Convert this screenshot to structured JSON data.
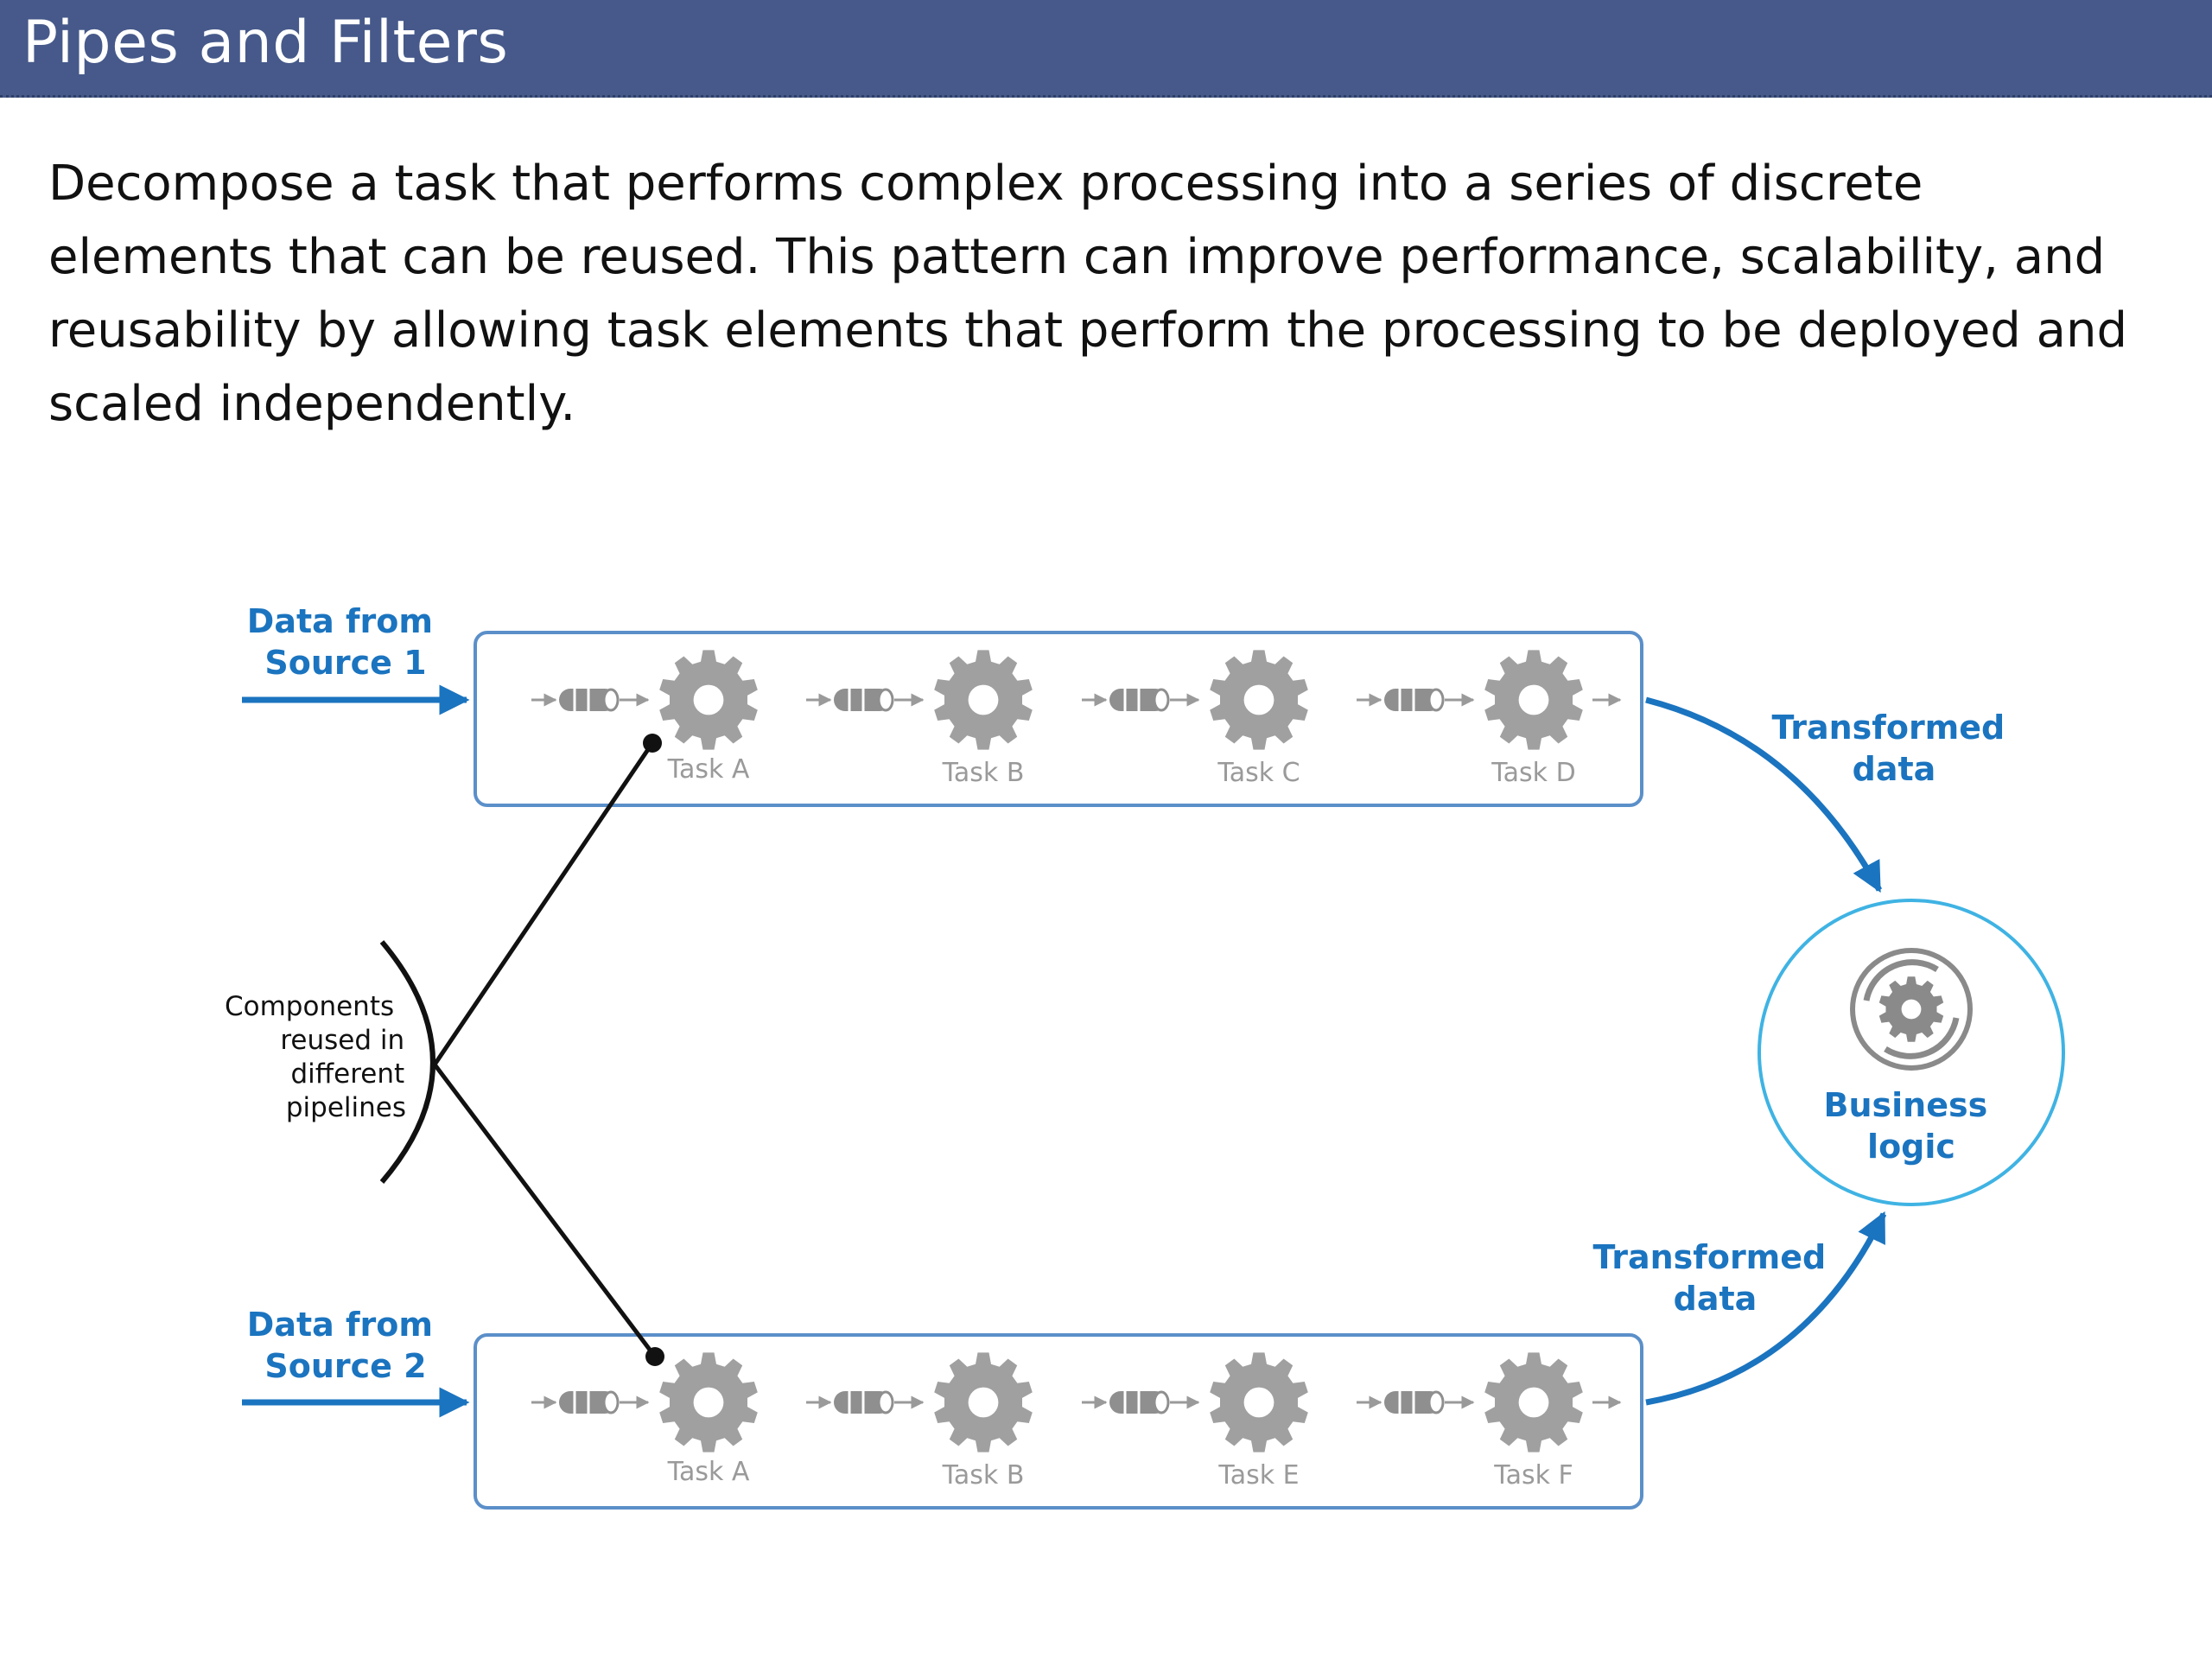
{
  "header": {
    "title": "Pipes and Filters"
  },
  "description": "Decompose a task that performs complex processing into a series of discrete elements that can be reused. This pattern can improve performance, scalability, and reusability by allowing task elements that perform the processing to be deployed and scaled independently.",
  "diagram": {
    "source1_label": [
      "Data from",
      "Source 1"
    ],
    "source2_label": [
      "Data from",
      "Source 2"
    ],
    "pipeline1_tasks": [
      "Task A",
      "Task B",
      "Task C",
      "Task D"
    ],
    "pipeline2_tasks": [
      "Task A",
      "Task B",
      "Task E",
      "Task F"
    ],
    "output1_label": [
      "Transformed",
      "data"
    ],
    "output2_label": [
      "Transformed",
      "data"
    ],
    "business_logic_label": [
      "Business",
      "logic"
    ],
    "reuse_note": [
      "Components",
      "reused in",
      "different",
      "pipelines"
    ],
    "colors": {
      "header": "#46598a",
      "accent_blue": "#1b74bf",
      "gear_gray": "#a0a0a0",
      "pipe_border": "#5b8fc9",
      "business_circle": "#3fb3e3"
    },
    "icons": [
      "gear-icon",
      "pipe-icon",
      "business-logic-icon"
    ]
  }
}
